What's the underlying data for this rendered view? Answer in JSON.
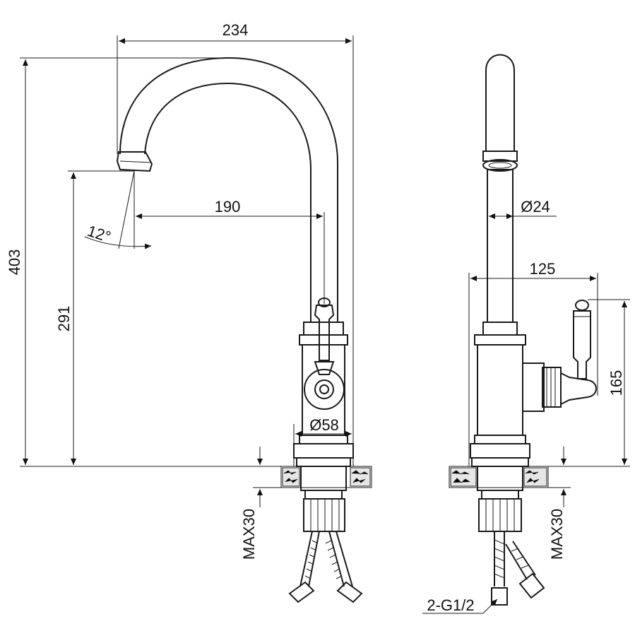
{
  "dimensions": {
    "width_total": "234",
    "height_total": "403",
    "spout_height": "291",
    "spout_reach": "190",
    "spout_angle": "12°",
    "base_diameter": "Ø58",
    "body_diameter": "Ø24",
    "handle_reach": "125",
    "handle_height": "165",
    "max_thickness_left": "MAX30",
    "max_thickness_right": "MAX30",
    "connection": "2-G1/2"
  },
  "colors": {
    "line": "#1a1a1a",
    "background": "#ffffff"
  }
}
